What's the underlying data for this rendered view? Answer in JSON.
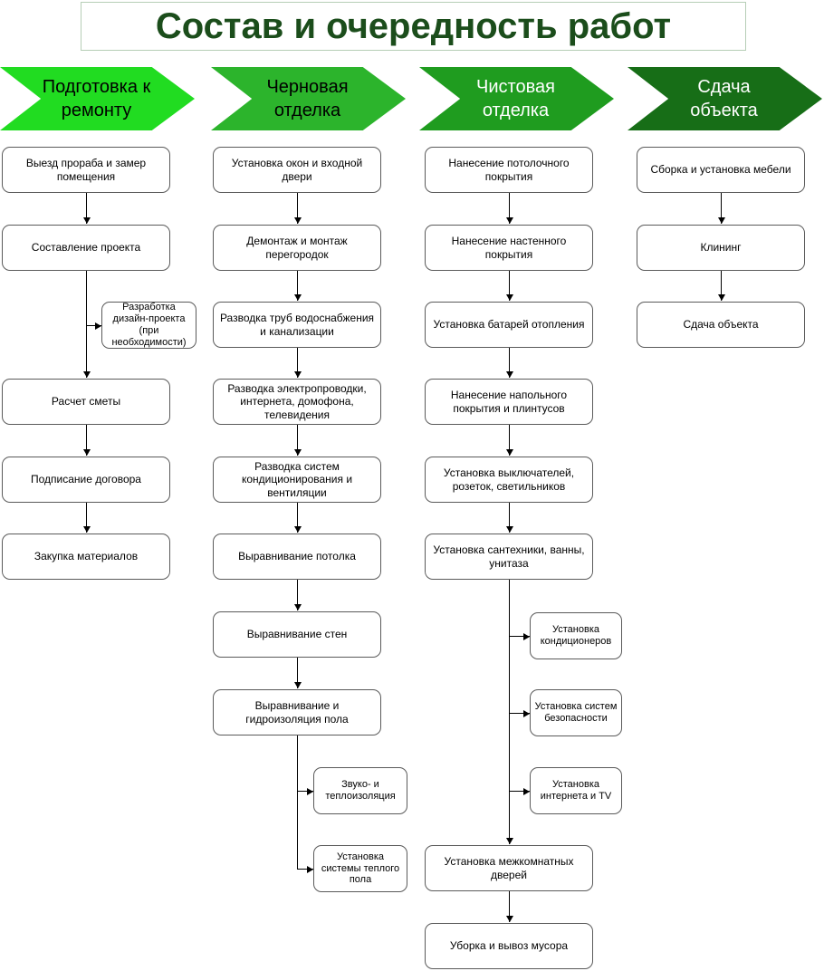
{
  "title": "Состав и очередность работ",
  "colors": {
    "title_text": "#1b4d1b",
    "title_border": "#b6ceb6",
    "stage1": "#21dc21",
    "stage2": "#2cb42c",
    "stage3": "#1f9c1f",
    "stage4": "#176e17",
    "node_border": "#5a5a5a",
    "connector": "#000000"
  },
  "columns": [
    {
      "header": "Подготовка к ремонту",
      "color": "#21dc21",
      "text_color": "#000000",
      "boxes": [
        "Выезд прораба и замер помещения",
        "Составление проекта",
        "Расчет сметы",
        "Подписание договора",
        "Закупка материалов"
      ],
      "side_boxes": [
        "Разработка дизайн-проекта (при необходимости)"
      ]
    },
    {
      "header": "Черновая отделка",
      "color": "#2cb42c",
      "text_color": "#000000",
      "boxes": [
        "Установка окон и входной двери",
        "Демонтаж и монтаж перегородок",
        "Разводка труб водоснабжения и канализации",
        "Разводка электропроводки, интернета, домофона, телевидения",
        "Разводка систем кондиционирования и вентиляции",
        "Выравнивание потолка",
        "Выравнивание стен",
        "Выравнивание и гидроизоляция пола"
      ],
      "side_boxes": [
        "Звуко- и теплоизоляция",
        "Установка системы теплого пола"
      ]
    },
    {
      "header": "Чистовая отделка",
      "color": "#1f9c1f",
      "text_color": "#ffffff",
      "boxes": [
        "Нанесение потолочного покрытия",
        "Нанесение настенного покрытия",
        "Установка батарей отопления",
        "Нанесение напольного покрытия и плинтусов",
        "Установка выключателей, розеток, светильников",
        "Установка сантехники, ванны, унитаза",
        "Установка межкомнатных дверей",
        "Уборка и вывоз мусора"
      ],
      "side_boxes": [
        "Установка кондиционеров",
        "Установка систем безопасности",
        "Установка интернета и TV"
      ]
    },
    {
      "header": "Сдача объекта",
      "color": "#176e17",
      "text_color": "#ffffff",
      "boxes": [
        "Сборка и установка мебели",
        "Клининг",
        "Сдача объекта"
      ],
      "side_boxes": []
    }
  ]
}
